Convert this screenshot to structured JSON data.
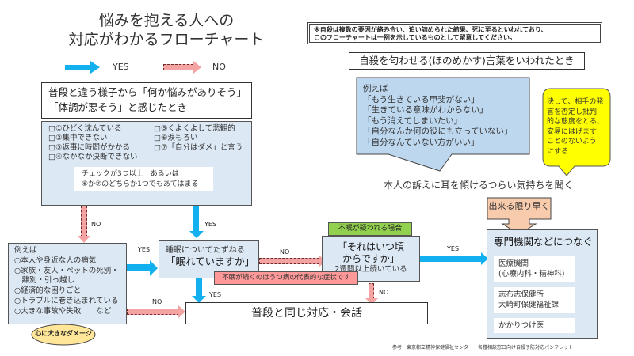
{
  "title": {
    "line1": "悩みを抱える人への",
    "line2": "対応がわかるフローチャート"
  },
  "legend": {
    "yes": "YES",
    "no": "NO",
    "yes_color": "#12b0ef",
    "no_color": "#f4a3a3"
  },
  "note": {
    "line1": "※自殺は複数の要因が絡み合い、追い詰められた結果、死に至るといわれており、",
    "line2": "このフローチャートは一例を示しているものとして留意してください。"
  },
  "suicide_words": {
    "heading": "自殺を匂わせる(ほのめかす)言葉をいわれたとき",
    "examples_label": "例えば",
    "examples": [
      "「もう生きている甲斐がない」",
      "「生きている意味がわからない」",
      "「もう消えてしまいたい」",
      "「自分なんか何の役にも立っていない」",
      "「自分なんていない方がいい」"
    ],
    "caution": [
      "決して、相手の発",
      "言を否定し批判",
      "的な態度をとる、",
      "安易にはげます",
      "ことのないよう",
      "にする"
    ],
    "listen": "本人の訴えに耳を傾けるつらい気持ちを聞く",
    "asap": "出来る限り早く"
  },
  "start": {
    "line1": "普段と違う様子から「何か悩みがありそう」",
    "line2": "「体調が悪そう」と感じたとき"
  },
  "checklist": {
    "left": [
      "□①ひどく沈んでいる",
      "□②集中できない",
      "□③返事に時間がかかる",
      "□④なかなか決断できない"
    ],
    "right": [
      "□⑤くよくよして悲観的",
      "□⑥涙もろい",
      "□⑦「自分はダメ」と言う"
    ],
    "criteria_line1": "チェックが3つ以上　あるいは",
    "criteria_line2": "⑥か⑦のどちらか1つでもあてはまる"
  },
  "stressors": {
    "label": "例えば",
    "items": [
      "○本人や身近な人の病気",
      "○家族・友人・ペットの死別・",
      "　離別・引っ越し",
      "○経済的な困りごと",
      "○トラブルに巻き込まれている",
      "○大きな事故や失敗　　など"
    ],
    "damage": "心に大きなダメージ"
  },
  "sleep": {
    "line1": "睡眠についてたずねる",
    "line2": "「眠れていますか」",
    "warning": "不眠が続くのはうつ病の代表的な症状です"
  },
  "insomnia": {
    "tag": "不眠が疑われる場合",
    "line1": "「それはいつ頃",
    "line2": "からですか」",
    "line3": "2週間以上続いている"
  },
  "normal": "普段と同じ対応・会話",
  "referral": {
    "heading": "専門機関などにつなぐ",
    "items": [
      {
        "line1": "医療機関",
        "line2": "(心療内科・精神科)"
      },
      {
        "line1": "志布志保健所",
        "line2": "大崎町保健福祉課"
      },
      {
        "line1": "かかりつけ医",
        "line2": ""
      }
    ]
  },
  "labels": {
    "yes": "YES",
    "no": "NO"
  },
  "source": "参考　東京都立精神保健福祉センター　各種相談窓口向け自殺予防対応パンフレット"
}
